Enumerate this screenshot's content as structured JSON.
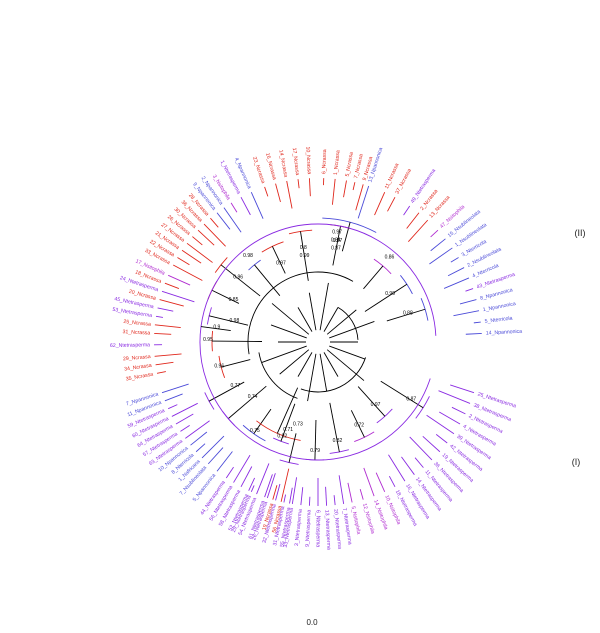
{
  "colors": {
    "crassa": "#e0261b",
    "nonnonica": "#4a4ad8",
    "tetrasperma": "#8a2be2",
    "sitophila": "#b02bd0",
    "branch": "#000000"
  },
  "clade_labels": {
    "clade_II": "(II)",
    "clade_I": "(I)"
  },
  "scale_label": "0.0",
  "tips": [
    {
      "id": "t01",
      "label": "13_Npannonica",
      "angle": -72,
      "group": "nonnonica"
    },
    {
      "id": "t02",
      "label": "11_Ncrassa",
      "angle": -66,
      "group": "crassa"
    },
    {
      "id": "t03",
      "label": "37_Ncrassa",
      "angle": -62,
      "group": "crassa"
    },
    {
      "id": "t04",
      "label": "6_Ncrassa",
      "angle": -88,
      "group": "crassa"
    },
    {
      "id": "t05",
      "label": "1_Ncrassa",
      "angle": -84,
      "group": "crassa"
    },
    {
      "id": "t06",
      "label": "5_Ncrassa",
      "angle": -80,
      "group": "crassa"
    },
    {
      "id": "t07",
      "label": "7_Ncrassa",
      "angle": -77,
      "group": "crassa"
    },
    {
      "id": "t08",
      "label": "9_Ncrassa",
      "angle": -74,
      "group": "crassa"
    },
    {
      "id": "t09",
      "label": "10_Ncrassa",
      "angle": -93,
      "group": "crassa"
    },
    {
      "id": "t10",
      "label": "17_Ncrassa",
      "angle": -97,
      "group": "crassa"
    },
    {
      "id": "t11",
      "label": "14_Ncrassa",
      "angle": -101,
      "group": "crassa"
    },
    {
      "id": "t12",
      "label": "16_Ncrassa",
      "angle": -105,
      "group": "crassa"
    },
    {
      "id": "t13",
      "label": "23_Ncrassa",
      "angle": -109,
      "group": "crassa"
    },
    {
      "id": "t14",
      "label": "4_Npannonica",
      "angle": -114,
      "group": "nonnonica"
    },
    {
      "id": "t15",
      "label": "1_Ntetrasperma",
      "angle": -118,
      "group": "tetrasperma"
    },
    {
      "id": "t16",
      "label": "3_Nsitophila",
      "angle": -122,
      "group": "sitophila"
    },
    {
      "id": "t17",
      "label": "2_Npannonica",
      "angle": -125,
      "group": "nonnonica"
    },
    {
      "id": "t18",
      "label": "9_Npannonica",
      "angle": -128,
      "group": "nonnonica"
    },
    {
      "id": "t19",
      "label": "28_Ncrassa",
      "angle": -131,
      "group": "crassa"
    },
    {
      "id": "t20",
      "label": "36_Ncrassa",
      "angle": -134,
      "group": "crassa"
    },
    {
      "id": "t21",
      "label": "30_Ncrassa",
      "angle": -137,
      "group": "crassa"
    },
    {
      "id": "t22",
      "label": "26_Ncrassa",
      "angle": -140,
      "group": "crassa"
    },
    {
      "id": "t23",
      "label": "27_Ncrassa",
      "angle": -143,
      "group": "crassa"
    },
    {
      "id": "t24",
      "label": "21_Ncrassa",
      "angle": -146,
      "group": "crassa"
    },
    {
      "id": "t25",
      "label": "22_Ncrassa",
      "angle": -149,
      "group": "crassa"
    },
    {
      "id": "t26",
      "label": "33_Ncrassa",
      "angle": -152,
      "group": "crassa"
    },
    {
      "id": "t27",
      "label": "17_Nsitophila",
      "angle": -156,
      "group": "sitophila"
    },
    {
      "id": "t28",
      "label": "18_Ncrassa",
      "angle": -159,
      "group": "crassa"
    },
    {
      "id": "t29",
      "label": "24_Ntetrasperma",
      "angle": -162,
      "group": "tetrasperma"
    },
    {
      "id": "t30",
      "label": "20_Ncrassa",
      "angle": -165,
      "group": "crassa"
    },
    {
      "id": "t31",
      "label": "45_Ntetrasperma",
      "angle": -168,
      "group": "tetrasperma"
    },
    {
      "id": "t32",
      "label": "53_Ntetrasperma",
      "angle": -171,
      "group": "tetrasperma"
    },
    {
      "id": "t33",
      "label": "25_Ncrassa",
      "angle": -174,
      "group": "crassa"
    },
    {
      "id": "t34",
      "label": "31_Ncrassa",
      "angle": -177,
      "group": "crassa"
    },
    {
      "id": "t35",
      "label": "62_Ntetrasperma",
      "angle": -181,
      "group": "tetrasperma"
    },
    {
      "id": "t36",
      "label": "29_Ncrassa",
      "angle": -185,
      "group": "crassa"
    },
    {
      "id": "t37",
      "label": "34_Ncrassa",
      "angle": -188,
      "group": "crassa"
    },
    {
      "id": "t38",
      "label": "35_Ncrassa",
      "angle": -191,
      "group": "crassa"
    },
    {
      "id": "t39",
      "label": "7_Npannonica",
      "angle": -198,
      "group": "nonnonica"
    },
    {
      "id": "t40",
      "label": "11_Npannonica",
      "angle": -201,
      "group": "nonnonica"
    },
    {
      "id": "t41",
      "label": "59_Ntetrasperma",
      "angle": -204,
      "group": "tetrasperma"
    },
    {
      "id": "t42",
      "label": "60_Ntetrasperma",
      "angle": -207,
      "group": "tetrasperma"
    },
    {
      "id": "t43",
      "label": "64_Ntetrasperma",
      "angle": -210,
      "group": "tetrasperma"
    },
    {
      "id": "t44",
      "label": "57_Ntetrasperma",
      "angle": -213,
      "group": "tetrasperma"
    },
    {
      "id": "t45",
      "label": "63_Ntetrasperma",
      "angle": -216,
      "group": "tetrasperma"
    },
    {
      "id": "t46",
      "label": "10_Npannonica",
      "angle": -219,
      "group": "nonnonica"
    },
    {
      "id": "t47",
      "label": "8_Nterricola",
      "angle": -222,
      "group": "nonnonica"
    },
    {
      "id": "t48",
      "label": "1_Nafricana",
      "angle": -225,
      "group": "nonnonica"
    },
    {
      "id": "t49",
      "label": "7_Nsublineolata",
      "angle": -228,
      "group": "nonnonica"
    },
    {
      "id": "t50",
      "label": "44_Ntetrasperma",
      "angle": -236,
      "group": "tetrasperma"
    },
    {
      "id": "t51",
      "label": "56_Ntetrasperma",
      "angle": -239,
      "group": "tetrasperma"
    },
    {
      "id": "t52",
      "label": "58_Ntetrasperma",
      "angle": -242,
      "group": "tetrasperma"
    },
    {
      "id": "t53",
      "label": "52_Ntetrasperma",
      "angle": -245,
      "group": "tetrasperma"
    },
    {
      "id": "t54",
      "label": "54_Ntetrasperma",
      "angle": -248,
      "group": "tetrasperma"
    },
    {
      "id": "t55",
      "label": "61_Ntetrasperma",
      "angle": -251,
      "group": "tetrasperma"
    },
    {
      "id": "t56",
      "label": "19_Ncrassa",
      "angle": -254,
      "group": "crassa"
    },
    {
      "id": "t57",
      "label": "56_Ncrassa",
      "angle": -257,
      "group": "crassa"
    },
    {
      "id": "t58",
      "label": "5_Npannonica",
      "angle": -232,
      "group": "nonnonica"
    },
    {
      "id": "t59",
      "label": "55_Ntetrasperma",
      "angle": -260,
      "group": "tetrasperma"
    },
    {
      "id": "t60",
      "label": "29_Ntetrasperma",
      "angle": -246,
      "group": "tetrasperma"
    },
    {
      "id": "t61",
      "label": "26_Ntetrasperma",
      "angle": -252,
      "group": "tetrasperma"
    },
    {
      "id": "t62",
      "label": "32_Ntetrasperma",
      "angle": -255,
      "group": "tetrasperma"
    },
    {
      "id": "t63",
      "label": "31_Ntetrasperma",
      "angle": -258,
      "group": "tetrasperma"
    },
    {
      "id": "t64",
      "label": "33_Ntetrasperma",
      "angle": -261,
      "group": "tetrasperma"
    },
    {
      "id": "t65",
      "label": "3_Ntetrasperma",
      "angle": -264,
      "group": "tetrasperma"
    },
    {
      "id": "t66",
      "label": "9_Ntetrasperma",
      "angle": -267,
      "group": "tetrasperma"
    },
    {
      "id": "t67",
      "label": "6_Ntetrasperma",
      "angle": -270,
      "group": "tetrasperma"
    },
    {
      "id": "t68",
      "label": "13_Ntetrasperma",
      "angle": -273,
      "group": "tetrasperma"
    },
    {
      "id": "t69",
      "label": "20_Ntetrasperma",
      "angle": -276,
      "group": "tetrasperma"
    },
    {
      "id": "t70",
      "label": "7_Ntetrasperma",
      "angle": -279,
      "group": "tetrasperma"
    },
    {
      "id": "t71",
      "label": "5_Nsitophila",
      "angle": -282,
      "group": "sitophila"
    },
    {
      "id": "t72",
      "label": "12_Nsitophila",
      "angle": -286,
      "group": "sitophila"
    },
    {
      "id": "t73",
      "label": "14_Nsitophila",
      "angle": -290,
      "group": "sitophila"
    },
    {
      "id": "t74",
      "label": "10_Nsitophila",
      "angle": -294,
      "group": "sitophila"
    },
    {
      "id": "t75",
      "label": "18_Ntetrasperma",
      "angle": -298,
      "group": "tetrasperma"
    },
    {
      "id": "t76",
      "label": "16_Ntetrasperma",
      "angle": -302,
      "group": "tetrasperma"
    },
    {
      "id": "t77",
      "label": "14_Ntetrasperma",
      "angle": -306,
      "group": "tetrasperma"
    },
    {
      "id": "t78",
      "label": "11_Ntetrasperma",
      "angle": -310,
      "group": "tetrasperma"
    },
    {
      "id": "t79",
      "label": "36_Ntetrasperma",
      "angle": -314,
      "group": "tetrasperma"
    },
    {
      "id": "t80",
      "label": "19_Ntetrasperma",
      "angle": -318,
      "group": "tetrasperma"
    },
    {
      "id": "t81",
      "label": "42_Ntetrasperma",
      "angle": -322,
      "group": "tetrasperma"
    },
    {
      "id": "t82",
      "label": "39_Ntetrasperma",
      "angle": -326,
      "group": "tetrasperma"
    },
    {
      "id": "t83",
      "label": "4_Ntetrasperma",
      "angle": -330,
      "group": "tetrasperma"
    },
    {
      "id": "t84",
      "label": "2_Ntetrasperma",
      "angle": -334,
      "group": "tetrasperma"
    },
    {
      "id": "t85",
      "label": "38_Ntetrasperma",
      "angle": -338,
      "group": "tetrasperma"
    },
    {
      "id": "t86",
      "label": "25_Ntetrasperma",
      "angle": -342,
      "group": "tetrasperma"
    },
    {
      "id": "t87",
      "label": "14_Npannonica",
      "angle": -3,
      "group": "nonnonica"
    },
    {
      "id": "t88",
      "label": "5_Nterricola",
      "angle": -7,
      "group": "nonnonica"
    },
    {
      "id": "t89",
      "label": "1_Npannonica",
      "angle": -11,
      "group": "nonnonica"
    },
    {
      "id": "t90",
      "label": "8_Npannonica",
      "angle": -15,
      "group": "nonnonica"
    },
    {
      "id": "t91",
      "label": "43_Ntetrasperma",
      "angle": -19,
      "group": "tetrasperma"
    },
    {
      "id": "t92",
      "label": "4_Nterricola",
      "angle": -23,
      "group": "nonnonica"
    },
    {
      "id": "t93",
      "label": "2_Nsublineolata",
      "angle": -27,
      "group": "nonnonica"
    },
    {
      "id": "t94",
      "label": "3_Nterricola",
      "angle": -31,
      "group": "nonnonica"
    },
    {
      "id": "t95",
      "label": "1_Nsublineolata",
      "angle": -35,
      "group": "nonnonica"
    },
    {
      "id": "t96",
      "label": "15_Nsublineolata",
      "angle": -39,
      "group": "nonnonica"
    },
    {
      "id": "t97",
      "label": "47_Nsitophila",
      "angle": -43,
      "group": "sitophila"
    },
    {
      "id": "t98",
      "label": "13_Ncrassa",
      "angle": -48,
      "group": "crassa"
    },
    {
      "id": "t99",
      "label": "2_Ncrassa",
      "angle": -52,
      "group": "crassa"
    },
    {
      "id": "t100",
      "label": "49_Ntetrasperma",
      "angle": -56,
      "group": "tetrasperma"
    }
  ],
  "support_values": [
    "0.97",
    "0.97",
    "0.8",
    "0.97",
    "0.98",
    "0.96",
    "0.85",
    "0.98",
    "0.95",
    "0.96",
    "0.77",
    "0.74",
    "0.75",
    "0.92",
    "0.71",
    "0.73",
    "0.79",
    "0.82",
    "0.72",
    "0.97",
    "0.87",
    "0.9",
    "0.88",
    "0.99",
    "0.86",
    "0.84",
    "0.87",
    "0.99"
  ]
}
